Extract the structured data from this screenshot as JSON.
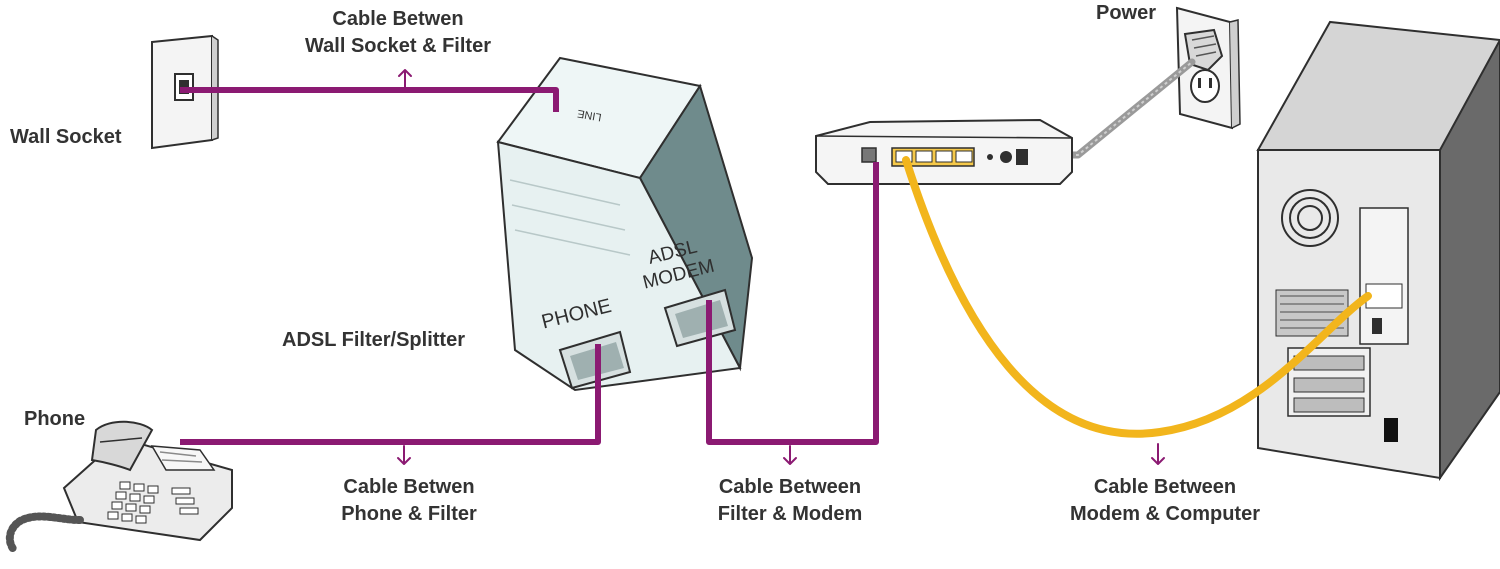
{
  "colors": {
    "phone_cable": "#8b1a72",
    "ethernet_cable": "#f2b51c",
    "power_cable": "#9a9a9a",
    "text": "#333333",
    "device_outline": "#2f2f2f"
  },
  "labels": {
    "wall_socket": "Wall Socket",
    "phone": "Phone",
    "filter": "ADSL Filter/Splitter",
    "power": "Power",
    "cable_wall_filter": {
      "line1": "Cable Betwen",
      "line2": "Wall Socket & Filter"
    },
    "cable_phone_filter": {
      "line1": "Cable Betwen",
      "line2": "Phone & Filter"
    },
    "cable_filter_modem": {
      "line1": "Cable Between",
      "line2": "Filter & Modem"
    },
    "cable_modem_computer": {
      "line1": "Cable Between",
      "line2": "Modem & Computer"
    }
  },
  "device_text": {
    "line_port": "LINE",
    "phone_port": "PHONE",
    "modem_port_line1": "ADSL",
    "modem_port_line2": "MODEM"
  },
  "icons": [
    "wall-socket-icon",
    "telephone-icon",
    "adsl-filter-icon",
    "modem-router-icon",
    "power-outlet-icon",
    "desktop-tower-icon"
  ]
}
